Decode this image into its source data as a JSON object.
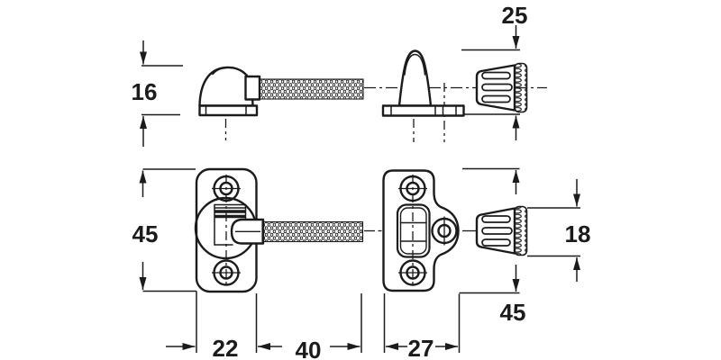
{
  "colors": {
    "ink": "#1b1b1b",
    "background": "#ffffff"
  },
  "dimensions": {
    "d16": "16",
    "d25": "25",
    "d45_left": "45",
    "d22": "22",
    "d40": "40",
    "d27": "27",
    "d18": "18",
    "d45_right": "45"
  }
}
